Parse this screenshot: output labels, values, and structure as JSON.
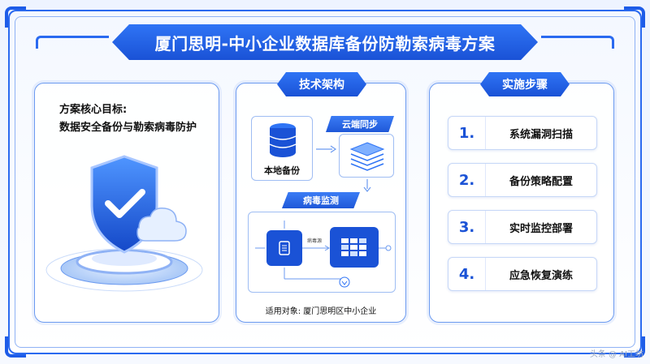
{
  "title": "厦门思明-中小企业数据库备份防勒索病毒方案",
  "left_panel": {
    "goal_line1": "方案核心目标:",
    "goal_line2": "数据安全备份与勒索病毒防护"
  },
  "middle_panel": {
    "tab": "技术架构",
    "local_backup_label": "本地备份",
    "cloud_sync_label": "云端同步",
    "virus_monitor_label": "病毒监测",
    "small_label": "病毒源",
    "applies_to": "适用对象: 厦门思明区中小企业"
  },
  "right_panel": {
    "tab": "实施步骤",
    "steps": [
      {
        "num": "1.",
        "label": "系统漏洞扫描"
      },
      {
        "num": "2.",
        "label": "备份策略配置"
      },
      {
        "num": "3.",
        "label": "实时监控部署"
      },
      {
        "num": "4.",
        "label": "应急恢复演练"
      }
    ]
  },
  "watermark": "头条 @ AI工坊",
  "colors": {
    "primary": "#1a52d6",
    "accent": "#2f74f5",
    "border": "#6b9af0"
  }
}
